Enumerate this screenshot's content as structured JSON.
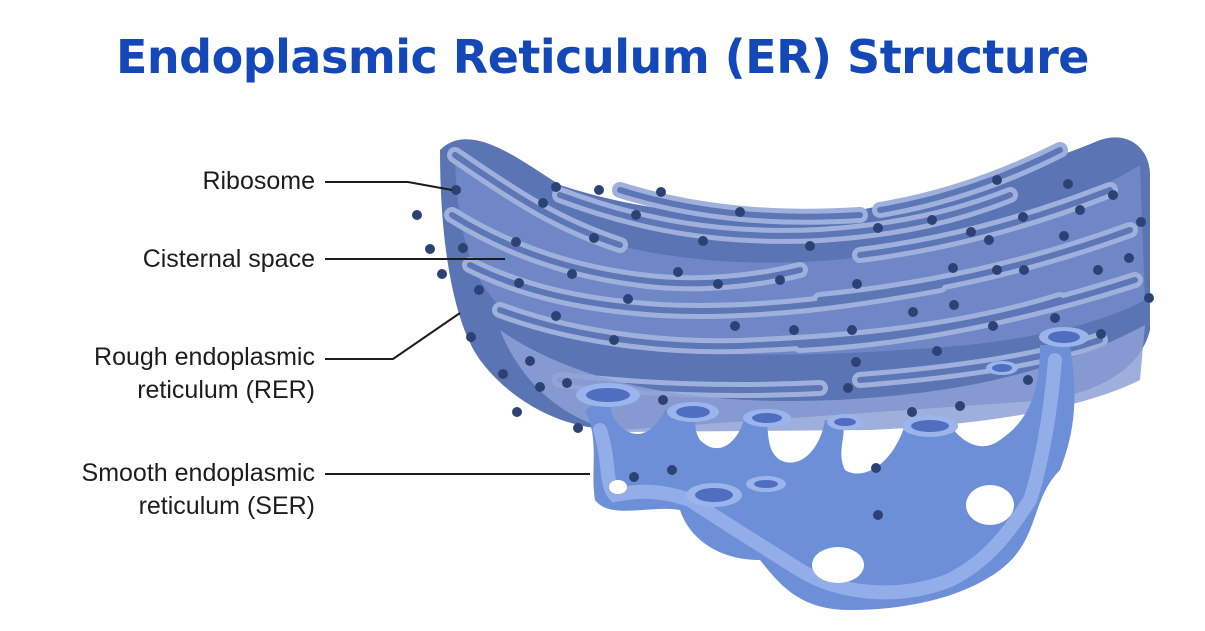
{
  "title": "Endoplasmic Reticulum (ER) Structure",
  "labels": {
    "ribosome": "Ribosome",
    "cisternal": "Cisternal space",
    "rer_line1": "Rough endoplasmic",
    "rer_line2": "reticulum (RER)",
    "ser_line1": "Smooth endoplasmic",
    "ser_line2": "reticulum (SER)"
  },
  "colors": {
    "title": "#1447b8",
    "membrane_dark": "#5a74b4",
    "membrane_light": "#9fb0dc",
    "lumen": "#6f86c2",
    "smooth_er": "#6d8fd8",
    "smooth_er_light": "#9bb4ec",
    "ribosome": "#2d4274",
    "leader_line": "#1d1d1d"
  }
}
